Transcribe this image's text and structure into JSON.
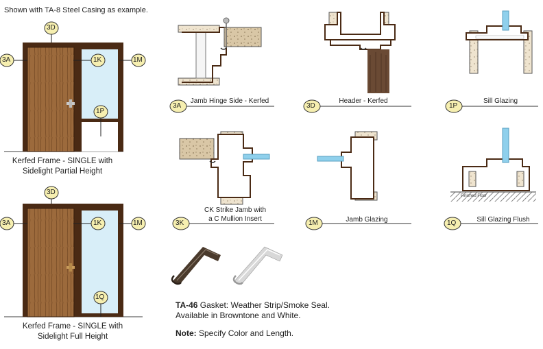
{
  "intro_text": "Shown with TA-8 Steel Casing as example.",
  "markers": {
    "m_3d": "3D",
    "m_3a": "3A",
    "m_1k": "1K",
    "m_1m": "1M",
    "m_1p": "1P",
    "m_1q": "1Q",
    "m_3k": "3K"
  },
  "elevations": {
    "top_caption_line1": "Kerfed Frame - SINGLE with",
    "top_caption_line2": "Sidelight Partial Height",
    "bottom_caption_line1": "Kerfed Frame - SINGLE with",
    "bottom_caption_line2": "Sidelight Full Height"
  },
  "details": {
    "d3a": "Jamb Hinge Side - Kerfed",
    "d3d": "Header - Kerfed",
    "d1p": "Sill Glazing",
    "d3k_line1": "CK Strike Jamb with",
    "d3k_line2": "a C Mullion Insert",
    "d1m": "Jamb Glazing",
    "d1q": "Sill Glazing Flush",
    "finished_floor": "Finished Floor"
  },
  "gasket": {
    "name": "TA-46",
    "description_1": " Gasket: Weather Strip/Smoke Seal.",
    "description_2": "Available in Browntone and White.",
    "note_label": "Note:",
    "note_text": " Specify Color and Length."
  },
  "colors": {
    "frame_brown": "#4a2a14",
    "door_wood": "#a07040",
    "glass": "#d8eef8",
    "marker_fill": "#f6efb0",
    "glazing_blue": "#8fd0ec"
  }
}
